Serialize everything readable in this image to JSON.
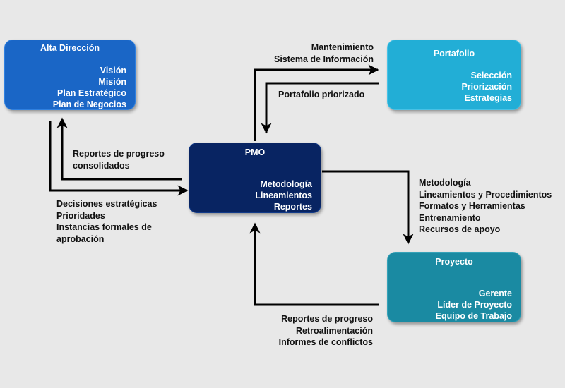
{
  "boxes": {
    "alta_direccion": {
      "title": "Alta Dirección",
      "items": [
        "Visión",
        "Misión",
        "Plan Estratégico",
        "Plan de Negocios"
      ],
      "color": "#1a66c6"
    },
    "portafolio": {
      "title": "Portafolio",
      "items": [
        "Selección",
        "Priorización",
        "Estrategias"
      ],
      "color": "#22aed6"
    },
    "pmo": {
      "title": "PMO",
      "items": [
        "Metodología",
        "Lineamientos",
        "Reportes"
      ],
      "color": "#082462"
    },
    "proyecto": {
      "title": "Proyecto",
      "items": [
        "Gerente",
        "Líder de Proyecto",
        "Equipo de Trabajo"
      ],
      "color": "#1a8aa2"
    }
  },
  "flows": {
    "pmo_to_portafolio": [
      "Mantenimiento",
      "Sistema de Información"
    ],
    "portafolio_to_pmo": [
      "Portafolio priorizado"
    ],
    "pmo_to_alta": [
      "Reportes de progreso",
      "consolidados"
    ],
    "alta_to_pmo": [
      "Decisiones estratégicas",
      "Prioridades",
      "Instancias formales de",
      "aprobación"
    ],
    "pmo_to_proyecto": [
      "Metodología",
      "Lineamientos y Procedimientos",
      "Formatos y Herramientas",
      "Entrenamiento",
      "Recursos de apoyo"
    ],
    "proyecto_to_pmo": [
      "Reportes de progreso",
      "Retroalimentación",
      "Informes de conflictos"
    ]
  }
}
